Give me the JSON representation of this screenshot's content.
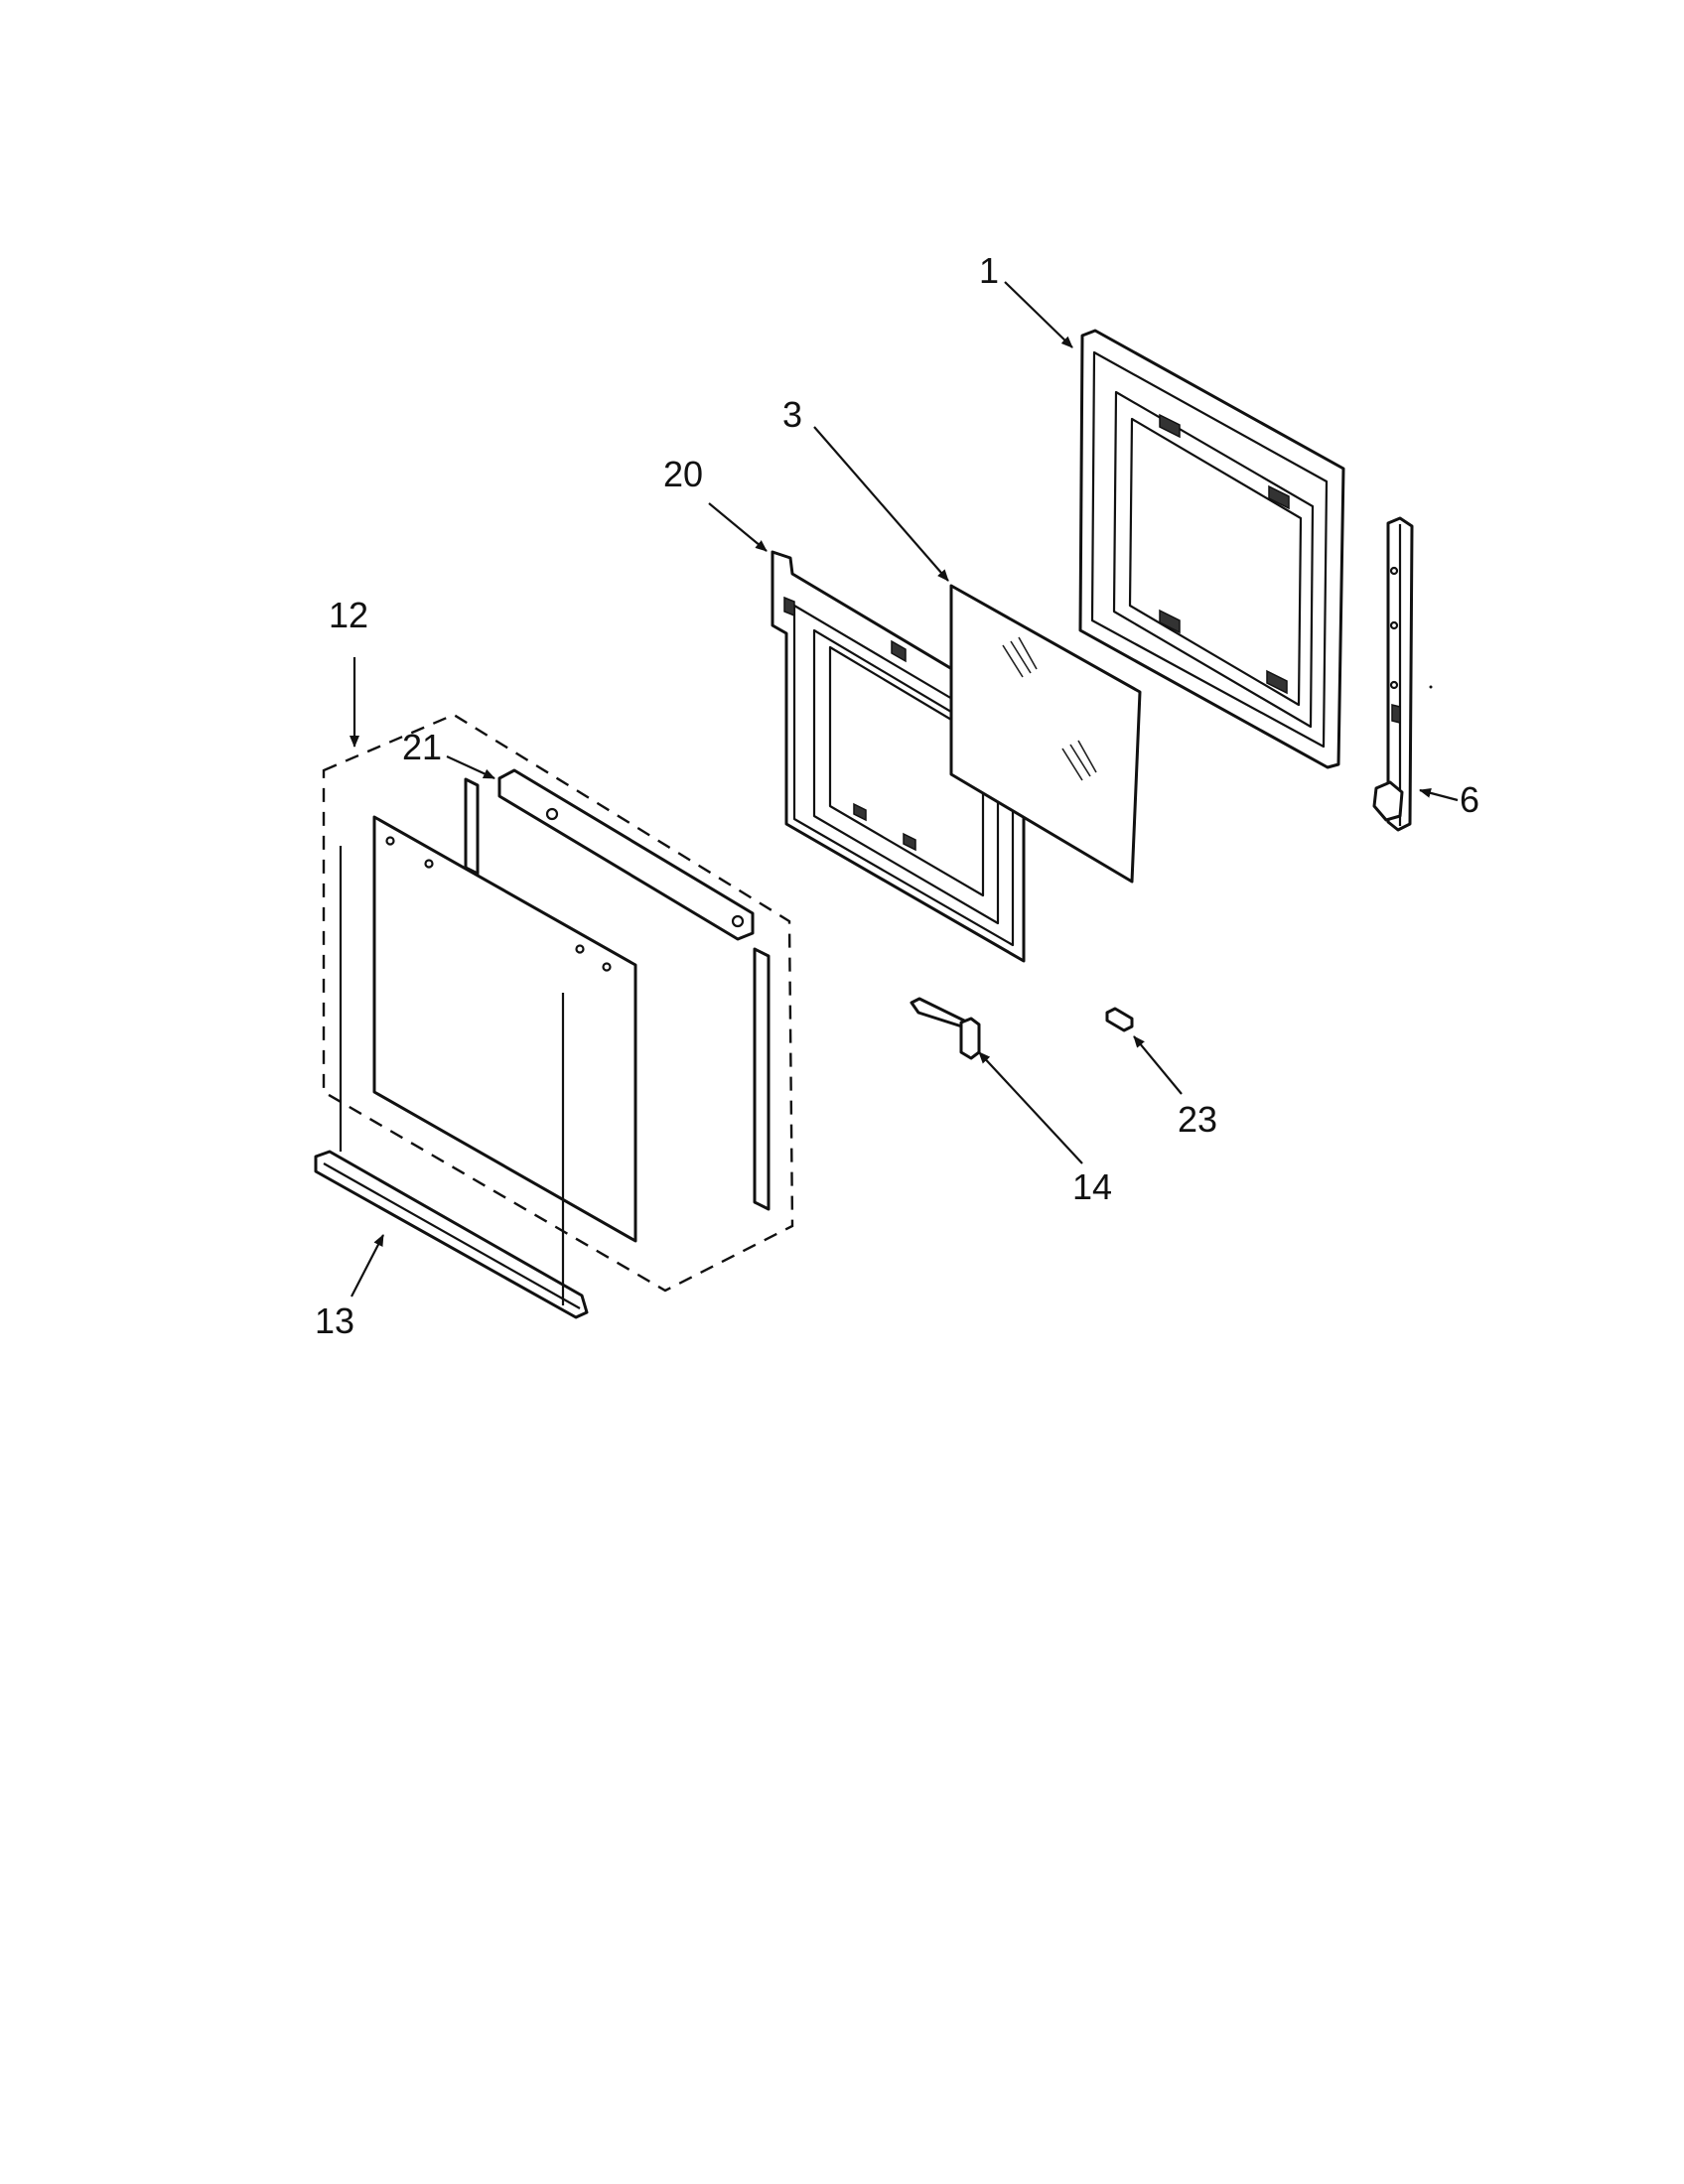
{
  "callouts": {
    "door_frame_outer": "1",
    "window_glass": "3",
    "door_hinge": "6",
    "door_panel_assembly": "12",
    "door_handle": "13",
    "hinge_receptacle": "14",
    "door_liner": "20",
    "door_trim_strip": "21",
    "clip": "23"
  },
  "icons": {
    "outer_door_panel": "door-panel-exploded-icon",
    "door_handle": "door-handle-icon",
    "door_liner": "door-liner-icon",
    "window_glass": "glass-pane-icon",
    "door_frame": "door-frame-icon",
    "hinge": "hinge-icon",
    "hinge_receptacle": "hinge-receptacle-icon",
    "clip": "clip-icon"
  },
  "colors": {
    "line": "#111111",
    "background": "#ffffff"
  }
}
